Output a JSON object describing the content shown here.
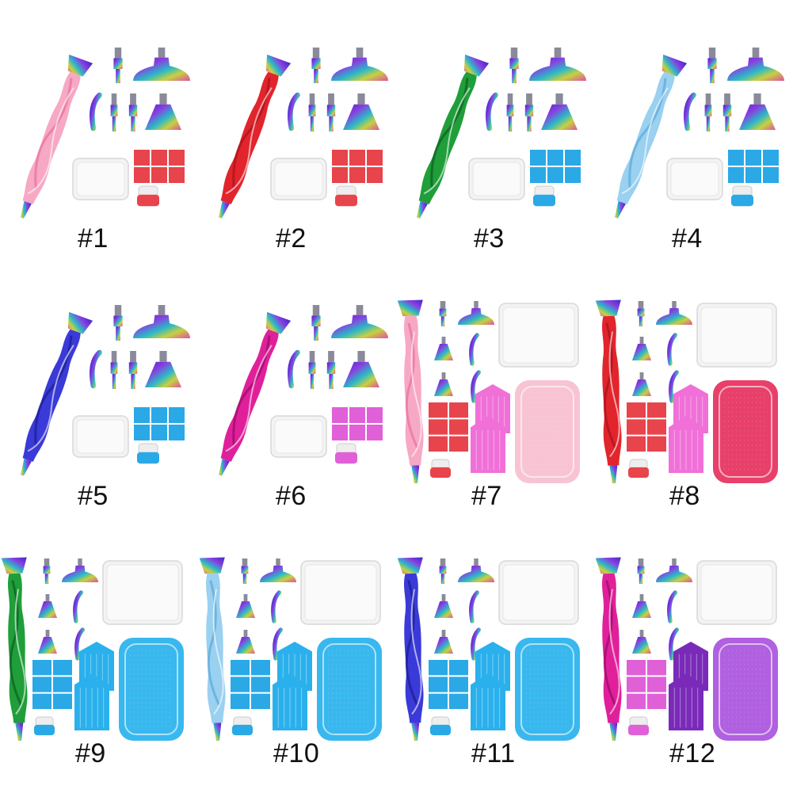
{
  "kits": [
    {
      "label": "#1",
      "pen": "#f7a8c4",
      "pen_dark": "#e86f9c",
      "accent": "#e8444c",
      "layout": "A"
    },
    {
      "label": "#2",
      "pen": "#e2242c",
      "pen_dark": "#a8121a",
      "accent": "#e8444c",
      "layout": "A"
    },
    {
      "label": "#3",
      "pen": "#1f9e3a",
      "pen_dark": "#0d5e20",
      "accent": "#2aa9e6",
      "layout": "A"
    },
    {
      "label": "#4",
      "pen": "#9ad0f0",
      "pen_dark": "#5aa8d8",
      "accent": "#2aa9e6",
      "layout": "A"
    },
    {
      "label": "#5",
      "pen": "#3a3ad8",
      "pen_dark": "#1c1c90",
      "accent": "#2aa9e6",
      "layout": "A"
    },
    {
      "label": "#6",
      "pen": "#e0209a",
      "pen_dark": "#9a0a68",
      "accent": "#e060d8",
      "layout": "A"
    },
    {
      "label": "#7",
      "pen": "#f7a8c4",
      "pen_dark": "#e86f9c",
      "accent": "#e8444c",
      "tray": "#f070d8",
      "mat": "#f8c4d4",
      "layout": "B"
    },
    {
      "label": "#8",
      "pen": "#e2242c",
      "pen_dark": "#a8121a",
      "accent": "#e8444c",
      "tray": "#f070d8",
      "mat": "#e8406a",
      "layout": "B"
    },
    {
      "label": "#9",
      "pen": "#1f9e3a",
      "pen_dark": "#0d5e20",
      "accent": "#2aa9e6",
      "tray": "#2ab0ec",
      "mat": "#38b8ee",
      "layout": "B"
    },
    {
      "label": "#10",
      "pen": "#9ad0f0",
      "pen_dark": "#5aa8d8",
      "accent": "#2aa9e6",
      "tray": "#2ab0ec",
      "mat": "#38b8ee",
      "layout": "B"
    },
    {
      "label": "#11",
      "pen": "#3a3ad8",
      "pen_dark": "#1c1c90",
      "accent": "#2aa9e6",
      "tray": "#2ab0ec",
      "mat": "#38b8ee",
      "layout": "B"
    },
    {
      "label": "#12",
      "pen": "#e0209a",
      "pen_dark": "#9a0a68",
      "accent": "#e060d8",
      "tray": "#7a2ab8",
      "mat": "#b060e0",
      "layout": "B"
    }
  ]
}
